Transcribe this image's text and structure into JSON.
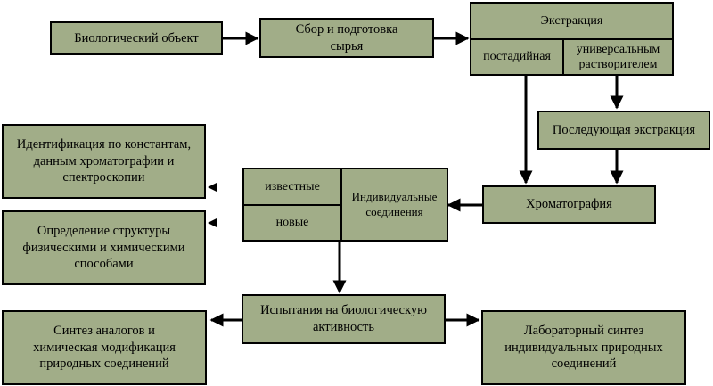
{
  "nodes": {
    "bio_object": "Биологический объект",
    "raw_prep": "Сбор и подготовка\nсырья",
    "extraction": {
      "title": "Экстракция",
      "stepwise": "постадийная",
      "universal": "универсальным\nрастворителем"
    },
    "subsequent_extraction": "Последующая экстракция",
    "chromatography": "Хроматография",
    "individual": {
      "known": "известные",
      "new": "новые",
      "compounds": "Индивидуальные\nсоединения"
    },
    "identification": "Идентификация по константам,\nданным хроматографии и\nспектроскопии",
    "structure": "Определение структуры\nфизическими и химическими\nспособами",
    "bio_testing": "Испытания на биологическую\nактивность",
    "analog_synthesis": "Синтез аналогов и\nхимическая модификация\nприродных соединений",
    "lab_synthesis": "Лабораторный синтез\nиндивидуальных природных\nсоединений"
  },
  "colors": {
    "box_fill": "#a1ad88",
    "stroke": "#000000",
    "arrow_light": "#ffffff"
  }
}
